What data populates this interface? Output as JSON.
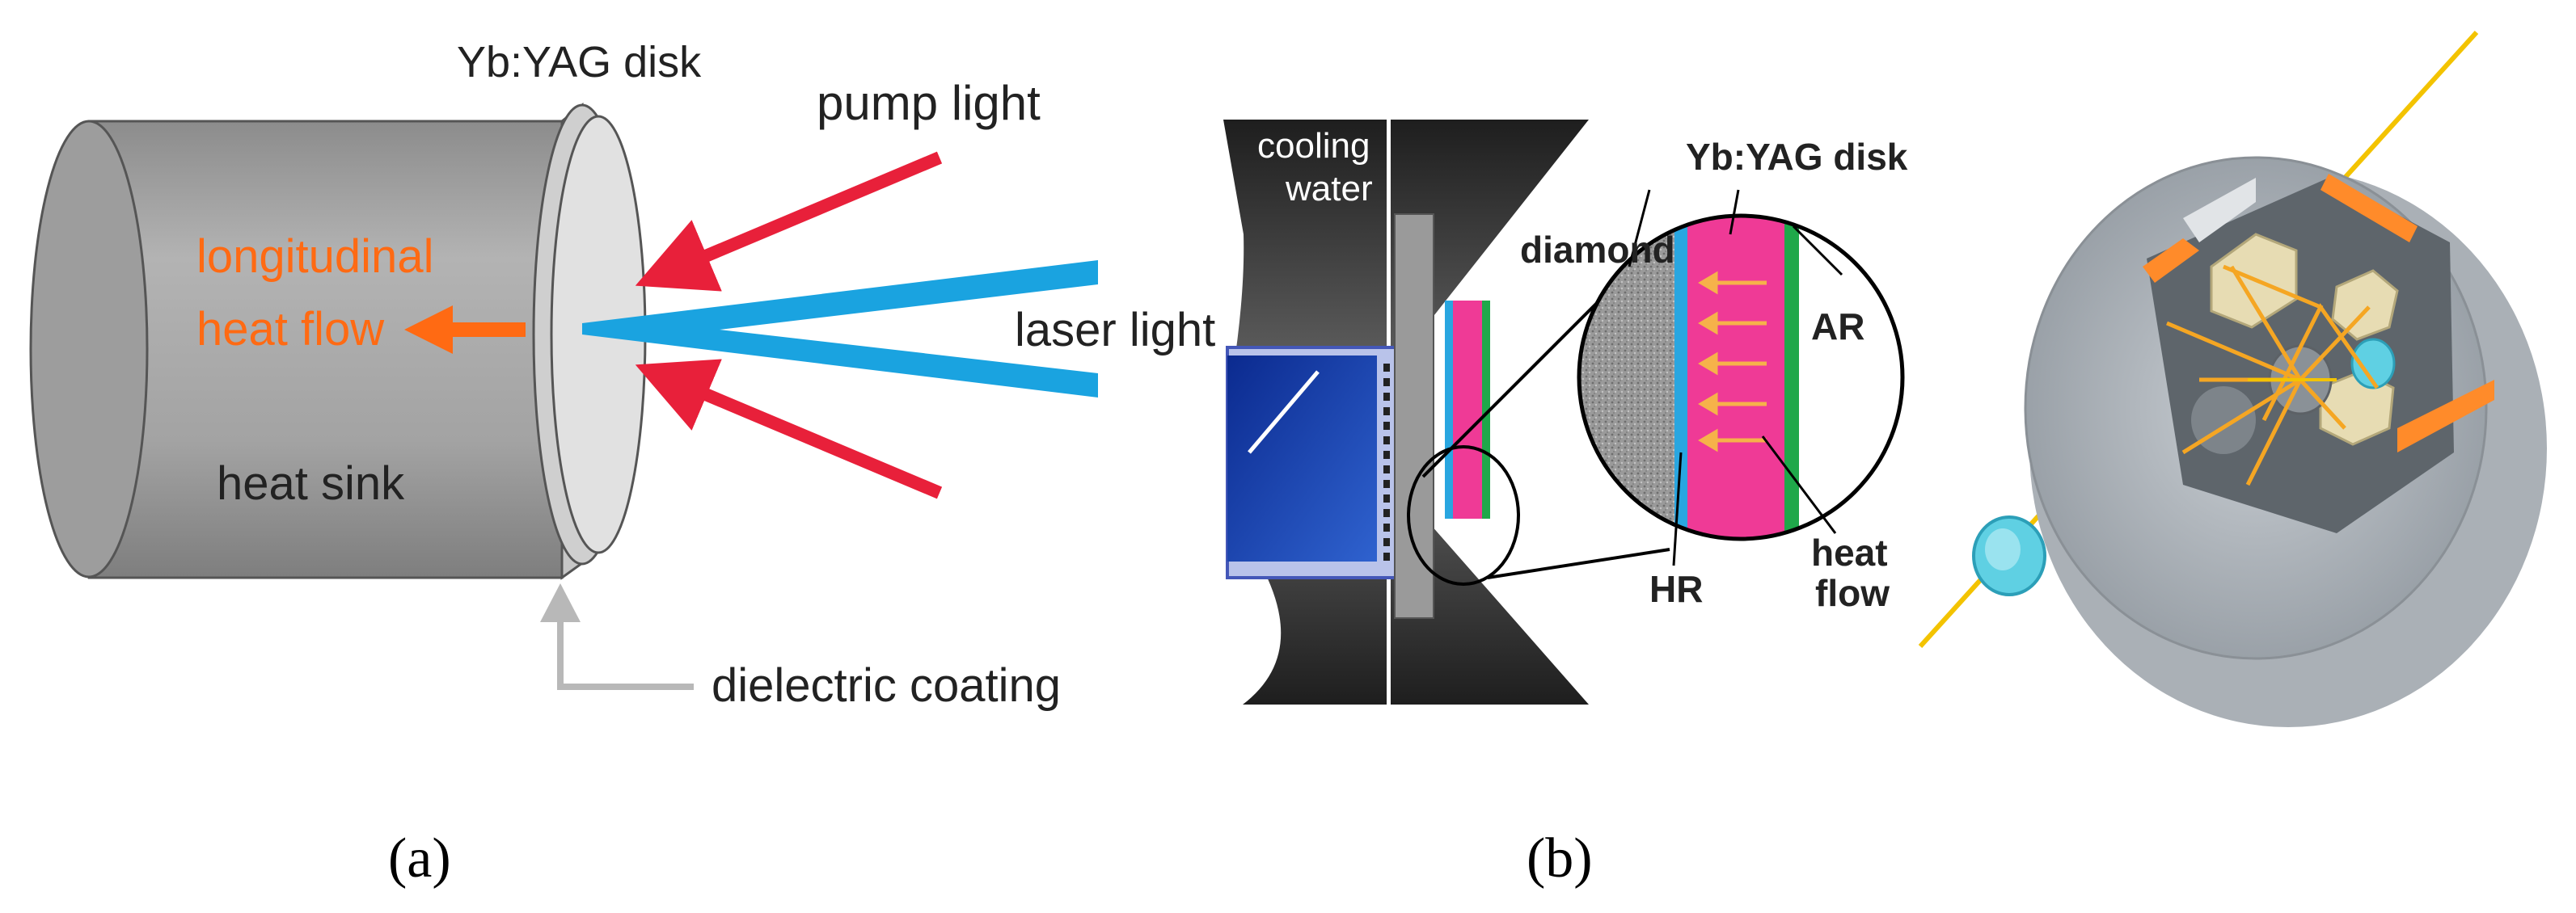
{
  "panel_a": {
    "disk_label": "Yb:YAG disk",
    "pump_label": "pump light",
    "heat_flow_line1": "longitudinal",
    "heat_flow_line2": "heat flow",
    "laser_label": "laser light",
    "heat_sink_label": "heat sink",
    "coating_label": "dielectric coating",
    "caption": "(a)"
  },
  "panel_b": {
    "cooling_line1": "cooling",
    "cooling_line2": "water",
    "diamond_label": "diamond",
    "disk_label": "Yb:YAG disk",
    "ar_label": "AR",
    "hr_label": "HR",
    "heat_line1": "heat",
    "heat_line2": "flow",
    "caption": "(b)"
  },
  "colors": {
    "pump": "#e8203a",
    "laser": "#1aa3e0",
    "heat_flow": "#ff6a13",
    "disk_magenta": "#ef3a96",
    "ar_green": "#1fa84a",
    "hr_blue": "#29a6e0",
    "water_blue": "#1a3fa8",
    "heat_sink_gray": "#a6a6a6",
    "beam_orange": "#f5a623",
    "beam_yellow": "#f3c300",
    "lens_cyan": "#5fd0e3"
  }
}
